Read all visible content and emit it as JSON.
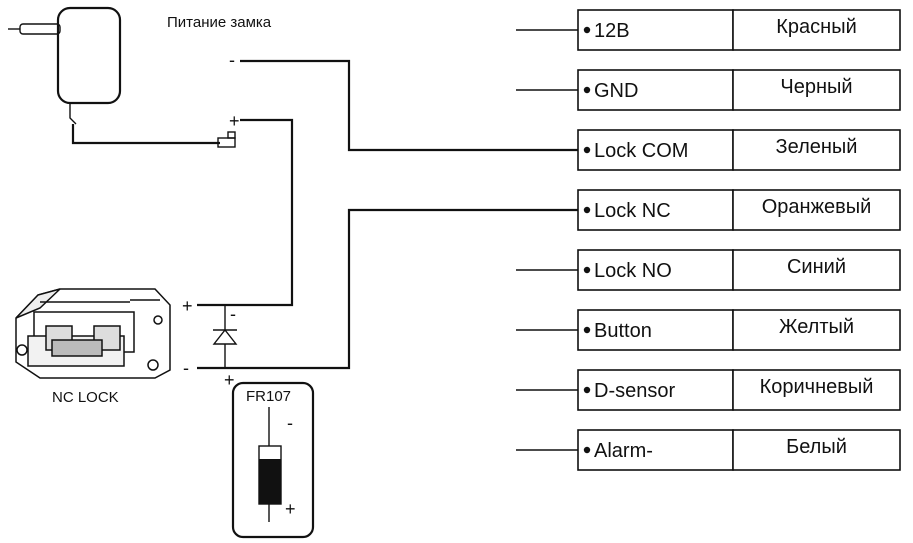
{
  "labels": {
    "lock_power": "Питание замка",
    "nc_lock": "NC LOCK",
    "diode": "FR107",
    "plus": "+",
    "minus": "-"
  },
  "terminals": [
    {
      "pin": "12B",
      "color": "Красный"
    },
    {
      "pin": "GND",
      "color": "Черный"
    },
    {
      "pin": "Lock COM",
      "color": "Зеленый"
    },
    {
      "pin": "Lock NC",
      "color": "Оранжевый"
    },
    {
      "pin": "Lock NO",
      "color": "Синий"
    },
    {
      "pin": "Button",
      "color": "Желтый"
    },
    {
      "pin": "D-sensor",
      "color": "Коричневый"
    },
    {
      "pin": "Alarm-",
      "color": "Белый"
    }
  ]
}
